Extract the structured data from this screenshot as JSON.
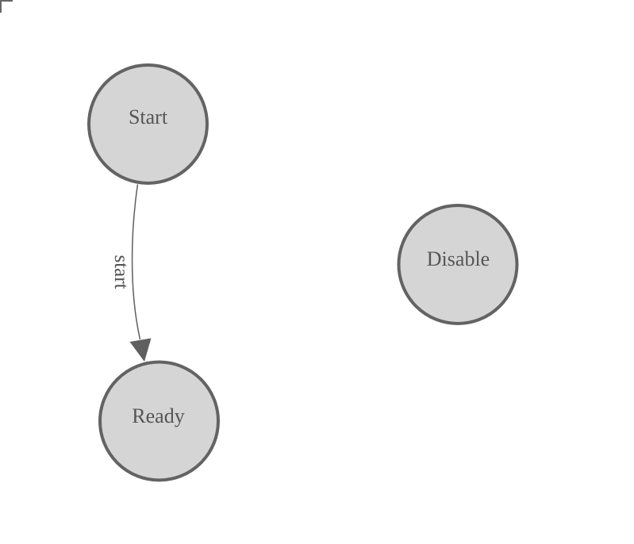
{
  "canvas": {
    "background": "#ffffff"
  },
  "colors": {
    "node_fill": "#d5d5d5",
    "node_stroke": "#636363",
    "node_text": "#565656",
    "edge_stroke": "#5f5f5f",
    "arrow_fill": "#5f5f5f",
    "edge_text": "#505050",
    "corner_marker": "#666666"
  },
  "nodes": [
    {
      "id": "start",
      "label": "Start"
    },
    {
      "id": "ready",
      "label": "Ready"
    },
    {
      "id": "disable",
      "label": "Disable"
    }
  ],
  "edges": [
    {
      "from": "start",
      "to": "ready",
      "label": "start"
    }
  ]
}
